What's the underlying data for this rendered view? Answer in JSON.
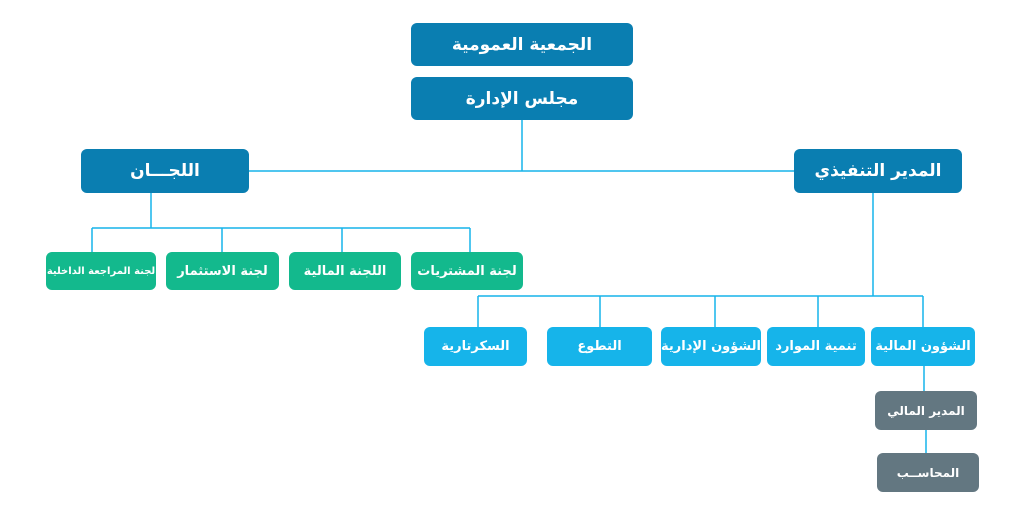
{
  "general_assembly": "الجمعية العمومية",
  "board": "مجلس الإدارة",
  "committees": {
    "title": "اللجـــان",
    "items": [
      "لجنة المشتريات",
      "اللجنة المالية",
      "لجنة الاستثمار",
      "لجنة المراجعة الداخلية"
    ]
  },
  "executive": {
    "title": "المدير التنفيذي",
    "departments": [
      "الشؤون المالية",
      "تنمية الموارد",
      "الشؤون الإدارية",
      "التطوع",
      "السكرتارية"
    ]
  },
  "finance": {
    "financial_manager": "المدير المالي",
    "accountant": "المحاســب"
  },
  "colors": {
    "top_level": "#0a7eb1",
    "committees": "#13b98d",
    "departments": "#16b4ea",
    "finance_roles": "#637781",
    "connector": "#16b4ea"
  }
}
